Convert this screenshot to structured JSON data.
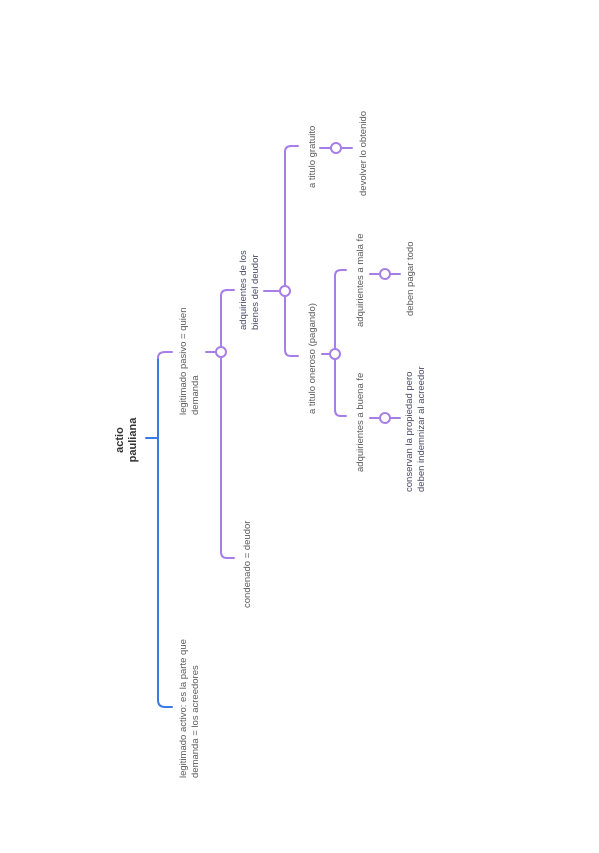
{
  "diagram": {
    "title_lines": [
      "actio",
      "pauliana"
    ],
    "nodes": {
      "legitimado_activo": [
        "legitimado activo: es la parte que",
        "demanda = los acreedores"
      ],
      "legitimado_pasivo": [
        "legitimado pasivo = quien",
        "demanda"
      ],
      "condenado": [
        "condenado = deudor"
      ],
      "adquirientes": [
        "adquirientes de los",
        "bienes del deudor"
      ],
      "titulo_oneroso": [
        "a titulo oneroso (pagando)"
      ],
      "titulo_gratuito": [
        "a titulo gratuito"
      ],
      "devolver": [
        "devolver lo obtenido"
      ],
      "mala_fe": [
        "adquirientes a mala fe"
      ],
      "deben_pagar": [
        "deben pagar todo"
      ],
      "buena_fe": [
        "adquirientes a buena fe"
      ],
      "conservan": [
        "conservan la propiedad pero",
        "deben indemnizar al acreedor"
      ]
    },
    "colors": {
      "root_branch": "#3b7be8",
      "sub_branch": "#a77ee6"
    }
  }
}
